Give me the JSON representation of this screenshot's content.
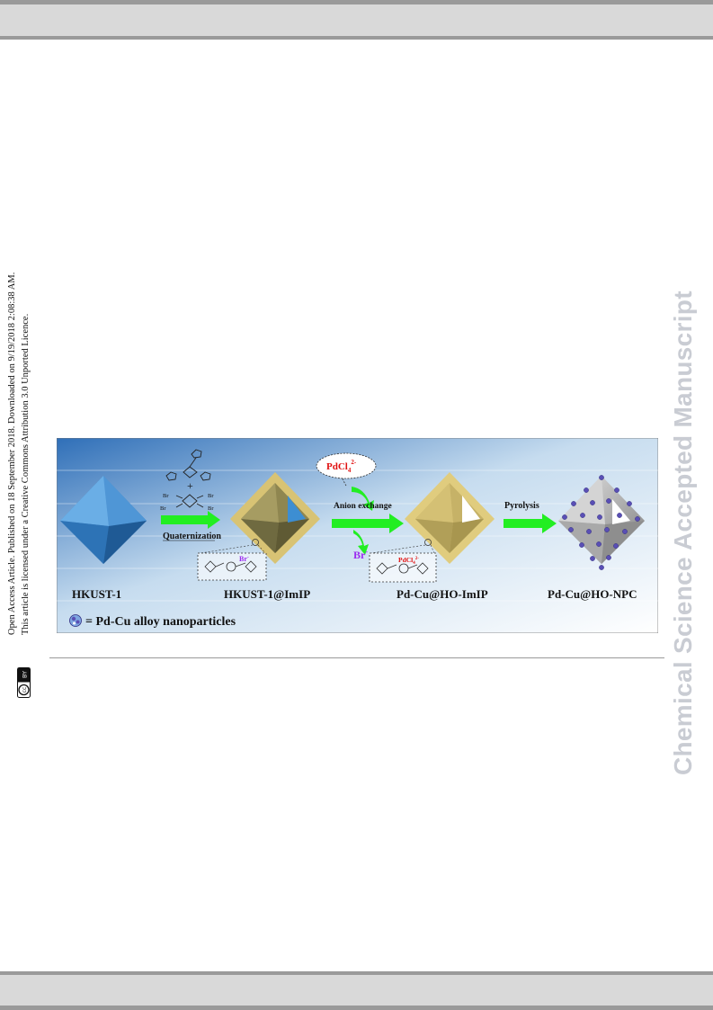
{
  "margin_note": {
    "line1": "Open Access Article. Published on 18 September 2018. Downloaded on 9/19/2018 2:08:38 AM.",
    "line2": "This article is licensed under a Creative Commons Attribution 3.0 Unported Licence.",
    "badge": "BY"
  },
  "watermark": "Chemical Science Accepted Manuscript",
  "figure": {
    "stages": [
      "HKUST-1",
      "HKUST-1@ImIP",
      "Pd-Cu@HO-ImIP",
      "Pd-Cu@HO-NPC"
    ],
    "steps": [
      "Quaternization",
      "Anion exchange",
      "Pyrolysis"
    ],
    "ions": {
      "pdcl": "PdCl",
      "pdcl_sub": "4",
      "pdcl_sup": "2-",
      "br": "Br",
      "br_sup": "-"
    },
    "legend": "= Pd-Cu alloy nanoparticles",
    "colors": {
      "mof": "#3b86c8",
      "shell": "#d9c374",
      "arrow": "#22ee22",
      "particle": "#5a4fb5",
      "carbon": "#9c9c9c"
    }
  }
}
